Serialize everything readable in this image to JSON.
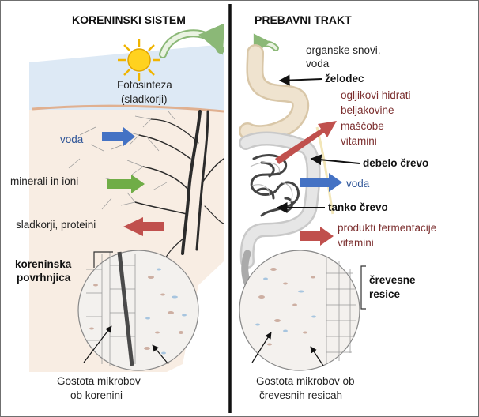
{
  "left": {
    "title": "KORENINSKI SISTEM",
    "photosynthesis": "Fotosinteza",
    "sugars": "(sladkorji)",
    "water": "voda",
    "minerals": "minerali in ioni",
    "sugars_proteins": "sladkorji, proteini",
    "root_surface_1": "koreninska",
    "root_surface_2": "povrhnjica",
    "density_1": "Gostota mikrobov",
    "density_2": "ob korenini"
  },
  "right": {
    "title": "PREBAVNI TRAKT",
    "organic_1": "organske snovi,",
    "organic_2": "voda",
    "stomach": "želodec",
    "nutrients": [
      "ogljikovi hidrati",
      "beljakovine",
      "maščobe",
      "vitamini"
    ],
    "large_intestine": "debelo črevo",
    "water": "voda",
    "small_intestine": "tanko črevo",
    "fermentation_1": "produkti fermentacije",
    "fermentation_2": "vitamini",
    "villi_1": "črevesne",
    "villi_2": "resice",
    "density_1": "Gostota mikrobov ob",
    "density_2": "črevesnih resicah"
  },
  "colors": {
    "blue_arrow": "#4472c4",
    "green_arrow": "#70ad47",
    "red_arrow": "#c0504d",
    "sky": "#dde9f5",
    "soil": "#f5e8dc",
    "divider": "#111111"
  },
  "icons": [
    "sun-icon",
    "cycle-arrow-icon"
  ]
}
